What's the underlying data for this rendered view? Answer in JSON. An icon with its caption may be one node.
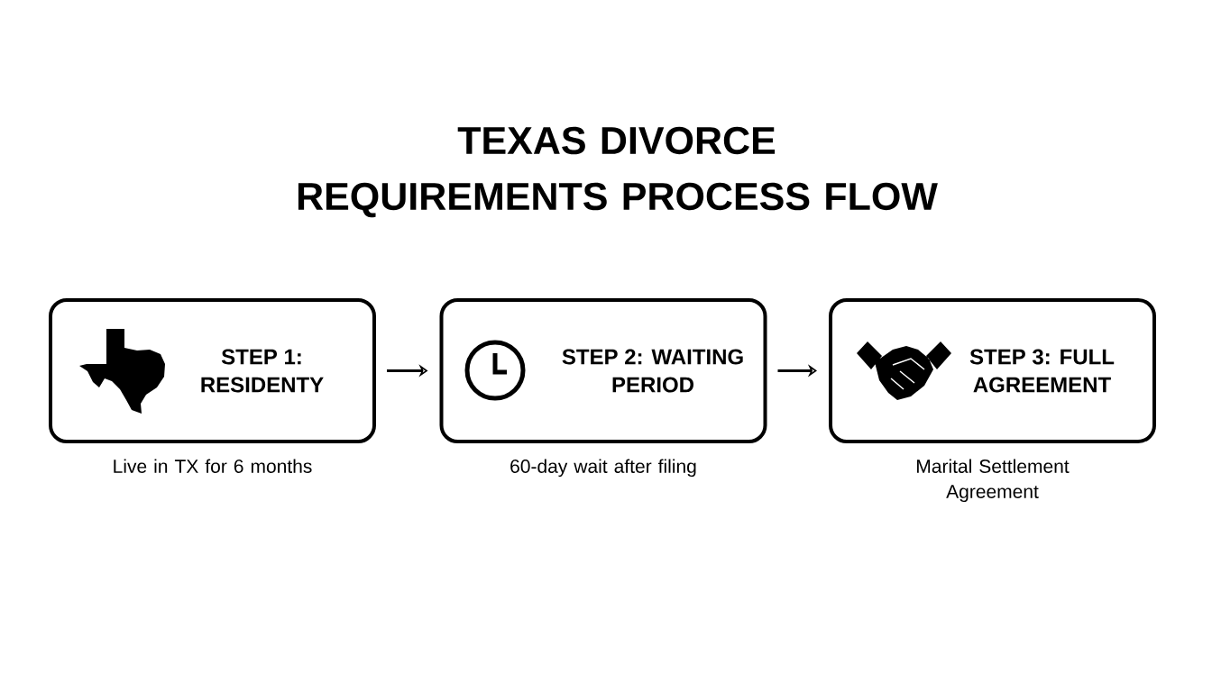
{
  "diagram": {
    "title": "TEXAS DIVORCE REQUIREMENTS PROCESS FLOW",
    "nodes": [
      {
        "text": [
          "STEP 1: RESIDENTY"
        ],
        "beside": [
          "Live in TX for 6 months"
        ]
      },
      {
        "text": [
          "STEP 2: WAITING PERIOD"
        ],
        "beside": [
          "60-day wait after filing"
        ]
      },
      {
        "text": [
          "STEP 3: FULL AGREEMENT"
        ],
        "beside": [
          "Marital Settlement Agreement"
        ]
      }
    ],
    "edges": [
      {
        "from": 0,
        "to": 1,
        "arrow": "to"
      },
      {
        "from": 1,
        "to": 2,
        "arrow": "to"
      }
    ]
  }
}
